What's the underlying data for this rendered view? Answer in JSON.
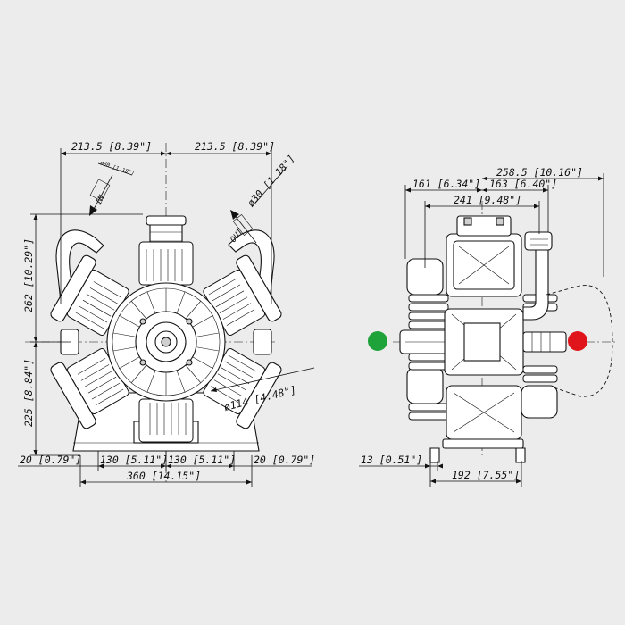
{
  "front_view": {
    "width_left": "213.5 [8.39\"]",
    "width_right": "213.5 [8.39\"]",
    "inlet_diameter": "ø30 [1.18\"]",
    "inlet_label": "IN",
    "outlet_diameter": "ø30 [1.18\"]",
    "outlet_label": "OUT",
    "height_upper": "262 [10.29\"]",
    "height_lower": "225 [8.84\"]",
    "shaft_diameter": "ø114 [4.48\"]",
    "base_left_margin": "20 [0.79\"]",
    "base_left_half": "130 [5.11\"]",
    "base_right_half": "130 [5.11\"]",
    "base_right_margin": "20 [0.79\"]",
    "base_total": "360 [14.15\"]"
  },
  "side_view": {
    "depth_total": "258.5 [10.16\"]",
    "depth_left": "161 [6.34\"]",
    "depth_right": "163 [6.40\"]",
    "head_width": "241 [9.48\"]",
    "foot_offset": "13 [0.51\"]",
    "foot_spacing": "192 [7.55\"]",
    "indicator_left_color": "#1ea23a",
    "indicator_right_color": "#e0151b"
  }
}
